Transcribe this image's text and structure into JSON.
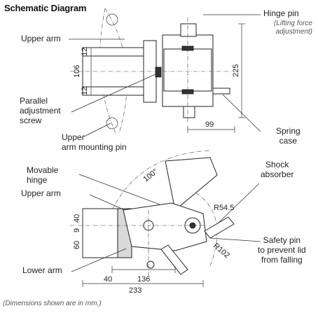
{
  "title": "Schematic Diagram",
  "labels": {
    "hinge_pin": "Hinge pin",
    "hinge_pin_note_1": "(Lifting force",
    "hinge_pin_note_2": "adjustment)",
    "upper_arm_top": "Upper arm",
    "parallel_1": "Parallel",
    "parallel_2": "adjustment",
    "parallel_3": "screw",
    "upper_mount_1": "Upper",
    "upper_mount_2": "arm mounting pin",
    "spring_1": "Spring",
    "spring_2": "case",
    "movable_1": "Movable",
    "movable_2": "hinge",
    "upper_arm_bottom": "Upper arm",
    "shock_1": "Shock",
    "shock_2": "absorber",
    "safety_1": "Safety pin",
    "safety_2": "to prevent lid",
    "safety_3": "from falling",
    "lower_arm": "Lower arm"
  },
  "dimensions": {
    "d12_top": "12",
    "d106": "106",
    "d12_bottom": "12",
    "d225": "225",
    "d99": "99",
    "angle": "100°",
    "r54": "R54.5",
    "r102": "R102",
    "d40_v": "40",
    "d9": "9",
    "d60": "60",
    "d40_h": "40",
    "d136": "136",
    "d233": "233"
  },
  "footnote": "(Dimensions shown are in mm.)"
}
